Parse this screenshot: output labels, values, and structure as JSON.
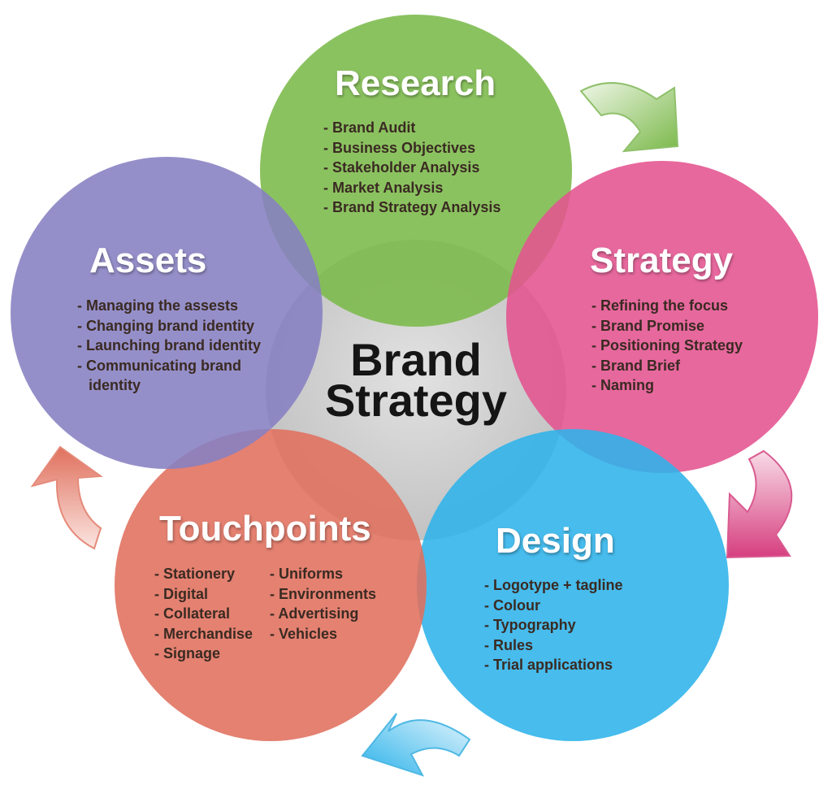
{
  "center": {
    "line1": "Brand",
    "line2": "Strategy"
  },
  "research": {
    "title": "Research",
    "color": "#7bb94a",
    "items": [
      "Brand Audit",
      "Business Objectives",
      "Stakeholder Analysis",
      "Market Analysis",
      "Brand Strategy Analysis"
    ]
  },
  "strategy": {
    "title": "Strategy",
    "color": "#e4538f",
    "items": [
      "Refining the focus",
      "Brand Promise",
      "Positioning Strategy",
      "Brand Brief",
      "Naming"
    ]
  },
  "design": {
    "title": "Design",
    "color": "#2eb3ea",
    "items": [
      "Logotype + tagline",
      "Colour",
      "Typography",
      "Rules",
      "Trial applications"
    ]
  },
  "touchpoints": {
    "title": "Touchpoints",
    "color": "#e0705d",
    "items_col1": [
      "Stationery",
      "Digital",
      "Collateral",
      "Merchandise",
      "Signage"
    ],
    "items_col2": [
      "Uniforms",
      "Environments",
      "Advertising",
      "Vehicles"
    ]
  },
  "assets": {
    "title": "Assets",
    "color": "#8680c2",
    "items": [
      "Managing the assests",
      "Changing brand identity",
      "Launching brand identity",
      "Communicating brand identity"
    ]
  }
}
